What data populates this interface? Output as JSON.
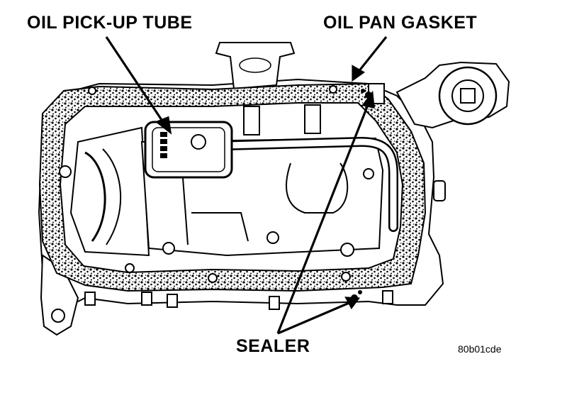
{
  "labels": {
    "oil_pick_up_tube": "OIL PICK-UP TUBE",
    "oil_pan_gasket": "OIL PAN GASKET",
    "sealer": "SEALER",
    "figure_code": "80b01cde"
  },
  "colors": {
    "ink": "#000000",
    "paper": "#ffffff"
  }
}
